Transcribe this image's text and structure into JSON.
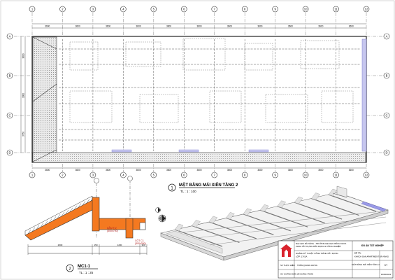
{
  "drawing": {
    "grid_axes_top": [
      "1",
      "2",
      "3",
      "4",
      "5",
      "6",
      "7",
      "8",
      "9",
      "10",
      "11",
      "12"
    ],
    "grid_axes_left": [
      "A",
      "B",
      "C",
      "D"
    ],
    "top_dims": [
      "3600",
      "3600",
      "3600",
      "3600",
      "3600",
      "3600",
      "3600",
      "3600",
      "3600",
      "3600",
      "3600"
    ],
    "bottom_dims": [
      "3600",
      "3600",
      "3600",
      "3600",
      "3600",
      "3600",
      "3600",
      "3600",
      "3600",
      "3600",
      "3600"
    ],
    "side_dims": [
      "3600",
      "3300",
      "3750"
    ],
    "plan_title": "MẶT BẰNG MÁI XIÊN TẦNG 2",
    "plan_title_number": "1",
    "plan_scale": "TL : 1 : 100",
    "section_title": "MC1-1",
    "section_title_number": "2",
    "section_scale": "TL : 1 : 25",
    "section_labels": [
      "DẦM TỰ",
      "(300x700)",
      "CỘT C1",
      "(300x300)"
    ],
    "section_dims": [
      "2600",
      "150",
      "1200",
      "300"
    ]
  },
  "title_block": {
    "university": "ĐẠI HỌC ĐÀ NẴNG - TRƯỜNG ĐẠI HỌC BÁCH KHOA",
    "faculty": "KHOA XÂY DỰNG DÂN DỤNG & CÔNG NGHIỆP",
    "major": "NGÀNH KỸ THUẬT CÔNG TRÌNH XÂY DỰNG",
    "class": "LỚP: 17X1A",
    "project_label": "ĐỒ ÁN TỐT NGHIỆP",
    "topic_label": "ĐỀ TÀI:",
    "topic": "KHÁCH SẠN APARTMENT ĐÀ NẴNG",
    "sheet_title": "MẶT BẰNG MÁI XIÊN TẦNG 2",
    "role_student": "SV THỰC HIỆN",
    "student_name": "TRẦN QUANG HƯNG",
    "role_advisor": "GV HƯỚNG DẪN",
    "advisor_name": "LÊ KHÁNH TOÀN",
    "sheet_no": "KT",
    "date": "15/05/2022"
  },
  "colors": {
    "concrete": "#f47920",
    "accent": "#d9232d",
    "beam": "#7b7bd0",
    "line": "#333333"
  }
}
